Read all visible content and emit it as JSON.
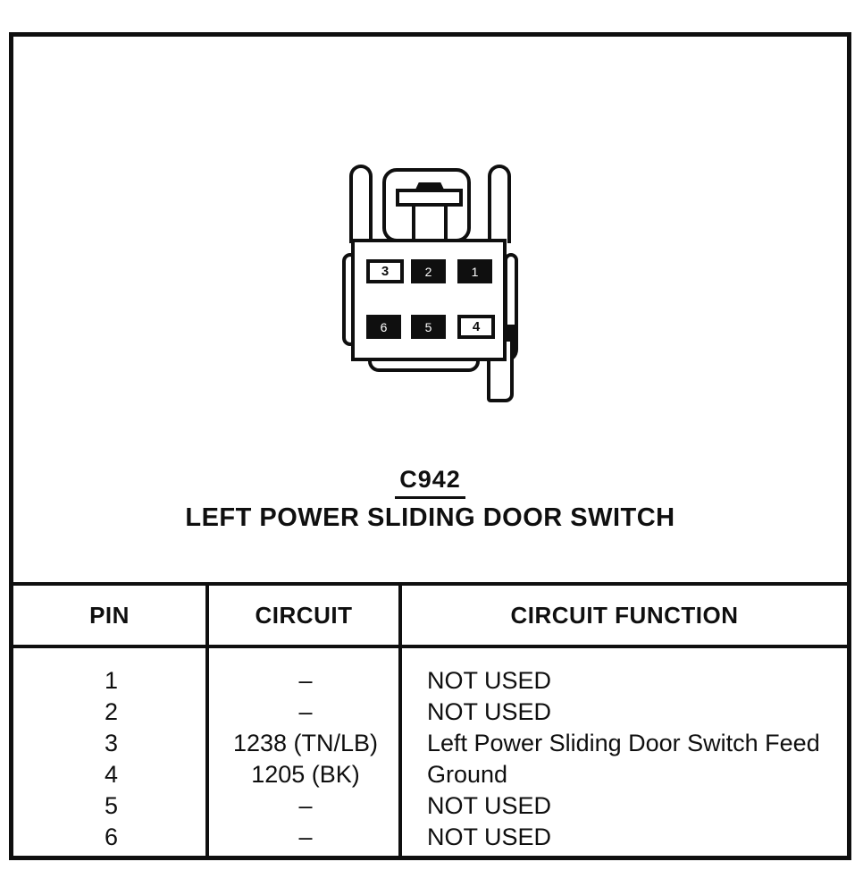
{
  "page": {
    "ink_color": "#0f0f0f",
    "paper_color": "#ffffff"
  },
  "connector": {
    "id": "C942",
    "name": "LEFT POWER SLIDING DOOR SWITCH",
    "cavities": [
      {
        "pin": "3",
        "fill": "open"
      },
      {
        "pin": "2",
        "fill": "filled"
      },
      {
        "pin": "1",
        "fill": "filled"
      },
      {
        "pin": "6",
        "fill": "filled"
      },
      {
        "pin": "5",
        "fill": "filled"
      },
      {
        "pin": "4",
        "fill": "open"
      }
    ]
  },
  "pinout_table": {
    "headers": [
      "PIN",
      "CIRCUIT",
      "CIRCUIT FUNCTION"
    ],
    "rows": [
      {
        "pin": "1",
        "circuit": "–",
        "function": "NOT USED"
      },
      {
        "pin": "2",
        "circuit": "–",
        "function": "NOT USED"
      },
      {
        "pin": "3",
        "circuit": "1238 (TN/LB)",
        "function": "Left Power Sliding Door Switch Feed"
      },
      {
        "pin": "4",
        "circuit": "1205 (BK)",
        "function": "Ground"
      },
      {
        "pin": "5",
        "circuit": "–",
        "function": "NOT USED"
      },
      {
        "pin": "6",
        "circuit": "–",
        "function": "NOT USED"
      }
    ]
  }
}
